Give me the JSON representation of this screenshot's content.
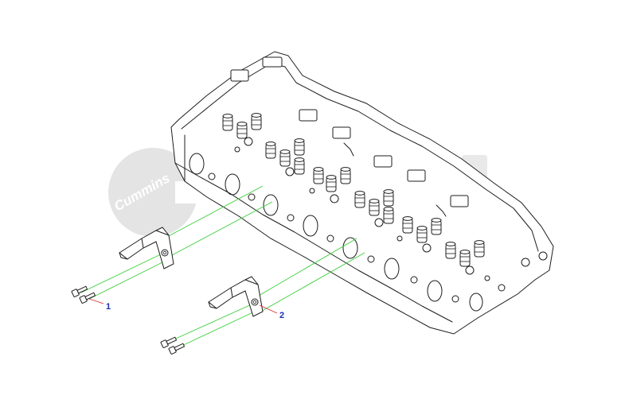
{
  "watermark": {
    "brand_text": "Cummins"
  },
  "callouts": [
    {
      "label": "1"
    },
    {
      "label": "2"
    }
  ],
  "colors": {
    "line_art": "#1c1c1c",
    "leader_lines": "#3ccf3c",
    "callout_leader": "#d83030",
    "callout_text": "#1b2fb8",
    "watermark": "#d8d8d8"
  }
}
